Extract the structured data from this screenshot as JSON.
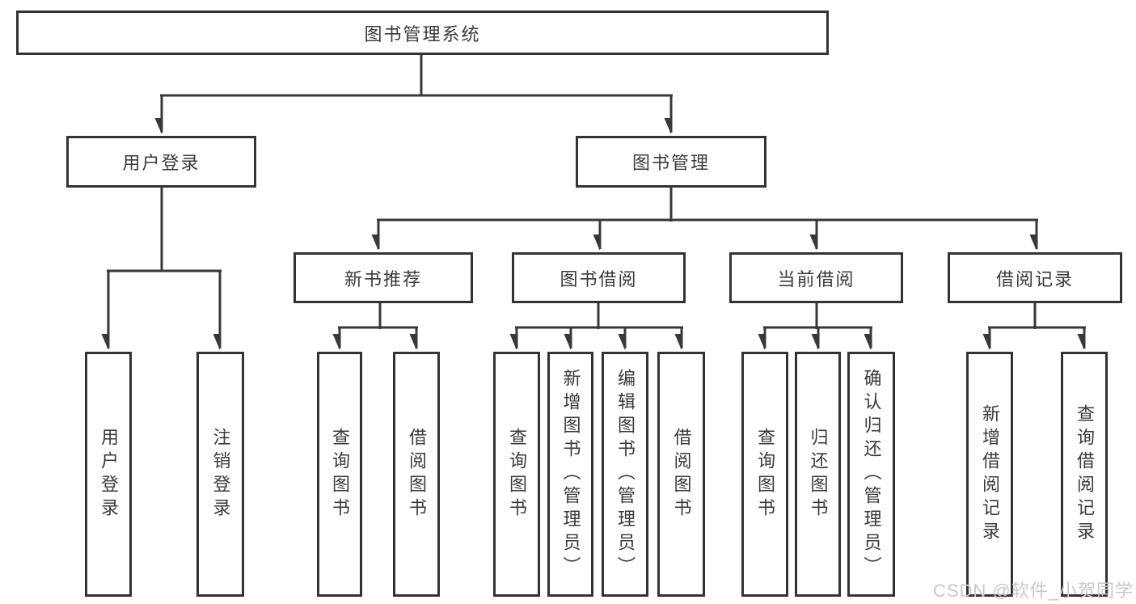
{
  "diagram": {
    "title": "图书管理系统",
    "branches": [
      {
        "label": "用户登录",
        "children": [
          {
            "label": "用户登录"
          },
          {
            "label": "注销登录"
          }
        ]
      },
      {
        "label": "图书管理",
        "children": [
          {
            "label": "新书推荐",
            "children": [
              {
                "label": "查询图书"
              },
              {
                "label": "借阅图书"
              }
            ]
          },
          {
            "label": "图书借阅",
            "children": [
              {
                "label": "查询图书"
              },
              {
                "label": "新增图书（管理员）"
              },
              {
                "label": "编辑图书（管理员）"
              },
              {
                "label": "借阅图书"
              }
            ]
          },
          {
            "label": "当前借阅",
            "children": [
              {
                "label": "查询图书"
              },
              {
                "label": "归还图书"
              },
              {
                "label": "确认归还（管理员）"
              }
            ]
          },
          {
            "label": "借阅记录",
            "children": [
              {
                "label": "新增借阅记录"
              },
              {
                "label": "查询借阅记录"
              }
            ]
          }
        ]
      }
    ],
    "watermark": "CSDN @软件_小贺同学",
    "colors": {
      "line": "#383838",
      "box_border": "#333333",
      "box_fill": "#ffffff",
      "text": "#3a3a3a",
      "watermark": "#c8c8c8",
      "background": "#ffffff"
    }
  }
}
